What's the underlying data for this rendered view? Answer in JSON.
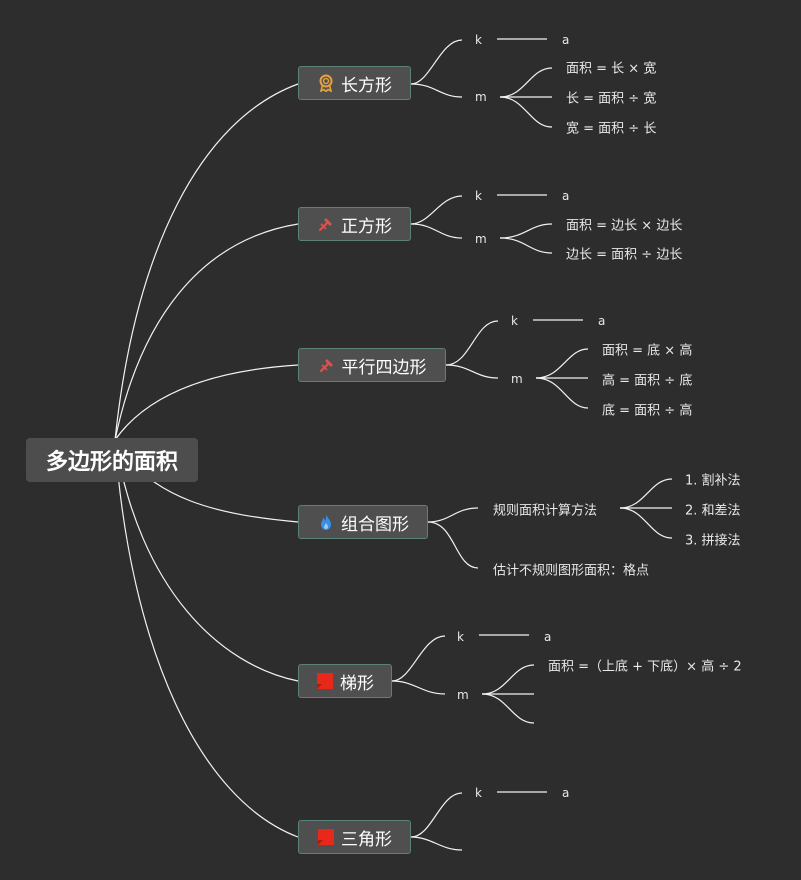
{
  "root": {
    "title": "多边形的面积"
  },
  "topics": [
    {
      "id": "rect",
      "label": "长方形",
      "icon": "award-ribbon-icon",
      "icon_color": "#e6a23c",
      "k": "k",
      "a": "a",
      "m": "m",
      "formulas": [
        "面积 = 长 × 宽",
        "长 = 面积 ÷ 宽",
        "宽 = 面积 ÷ 长"
      ]
    },
    {
      "id": "square",
      "label": "正方形",
      "icon": "hammer-icon",
      "icon_color": "#d9534f",
      "k": "k",
      "a": "a",
      "m": "m",
      "formulas": [
        "面积 = 边长 × 边长",
        "边长 = 面积 ÷ 边长"
      ]
    },
    {
      "id": "para",
      "label": "平行四边形",
      "icon": "hammer-icon",
      "icon_color": "#d9534f",
      "k": "k",
      "a": "a",
      "m": "m",
      "formulas": [
        "面积 = 底 × 高",
        "高 = 面积 ÷ 底",
        "底 = 面积 ÷ 高"
      ]
    },
    {
      "id": "combo",
      "label": "组合图形",
      "icon": "flame-icon",
      "icon_color": "#3a8ee6",
      "rule": "规则面积计算方法",
      "methods": [
        "1. 割补法",
        "2. 和差法",
        "3. 拼接法"
      ],
      "estimate": "估计不规则图形面积：格点"
    },
    {
      "id": "trap",
      "label": "梯形",
      "icon": "red-flag-icon",
      "icon_color": "#e8281a",
      "k": "k",
      "a": "a",
      "m": "m",
      "formulas": [
        "面积 =（上底 + 下底）× 高 ÷ 2"
      ]
    },
    {
      "id": "tri",
      "label": "三角形",
      "icon": "red-flag-icon",
      "icon_color": "#e8281a",
      "k": "k",
      "a": "a"
    }
  ]
}
